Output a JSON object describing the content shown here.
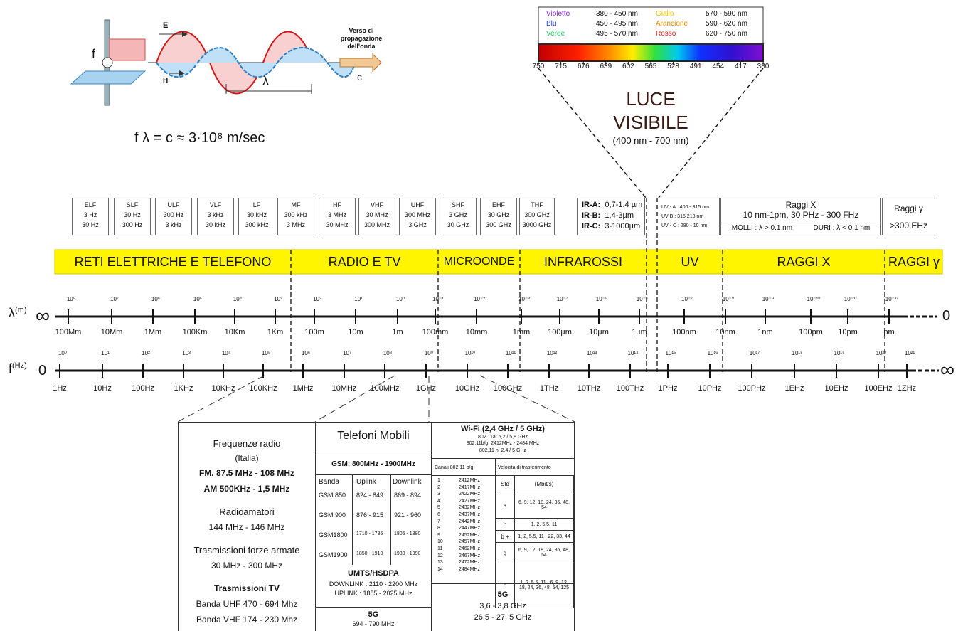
{
  "wave": {
    "f": "f",
    "E": "E",
    "H": "H",
    "lambda": "λ",
    "c": "c",
    "direction": "Verso di propagazione dell'onda"
  },
  "formula": "f λ = c ≈ 3·10⁸ m/sec",
  "color_legend": [
    {
      "name": "Violetto",
      "range": "380 - 450 nm",
      "color": "#8b2be2"
    },
    {
      "name": "Blu",
      "range": "450 - 495 nm",
      "color": "#1f3fd1"
    },
    {
      "name": "Verde",
      "range": "495 - 570 nm",
      "color": "#22c55e"
    },
    {
      "name": "Giallo",
      "range": "570 - 590 nm",
      "color": "#f2c200"
    },
    {
      "name": "Arancione",
      "range": "590 - 620 nm",
      "color": "#f08c00"
    },
    {
      "name": "Rosso",
      "range": "620 - 750 nm",
      "color": "#e11d1d"
    }
  ],
  "visible_ticks": [
    "750",
    "715",
    "676",
    "639",
    "602",
    "565",
    "528",
    "491",
    "454",
    "417",
    "380"
  ],
  "visible_title_1": "LUCE",
  "visible_title_2": "VISIBILE",
  "visible_sub": "(400 nm - 700 nm)",
  "bands": [
    {
      "name": "ELF",
      "a": "3 Hz",
      "b": "30 Hz"
    },
    {
      "name": "SLF",
      "a": "30 Hz",
      "b": "300 Hz"
    },
    {
      "name": "ULF",
      "a": "300 Hz",
      "b": "3 kHz"
    },
    {
      "name": "VLF",
      "a": "3 kHz",
      "b": "30 kHz"
    },
    {
      "name": "LF",
      "a": "30 kHz",
      "b": "300 kHz"
    },
    {
      "name": "MF",
      "a": "300 kHz",
      "b": "3 MHz"
    },
    {
      "name": "HF",
      "a": "3 MHz",
      "b": "30 MHz"
    },
    {
      "name": "VHF",
      "a": "30 MHz",
      "b": "300 MHz"
    },
    {
      "name": "UHF",
      "a": "300 MHz",
      "b": "3 GHz"
    },
    {
      "name": "SHF",
      "a": "3 GHz",
      "b": "30 GHz"
    },
    {
      "name": "EHF",
      "a": "30 GHz",
      "b": "300 GHz"
    },
    {
      "name": "THF",
      "a": "300 GHz",
      "b": "3000 GHz"
    }
  ],
  "ir_box": [
    [
      "IR-A:",
      "0,7-1,4 µm"
    ],
    [
      "IR-B:",
      "1,4-3µm"
    ],
    [
      "IR-C:",
      "3-1000µm"
    ]
  ],
  "uv_box": [
    "UV - A : 400 - 315 nm",
    "UV  B : 315   218 nm",
    "UV - C : 280 - 10 nm"
  ],
  "xray_box": {
    "title": "Raggi X",
    "range": "10 nm-1pm,    30 PHz - 300 FHz",
    "soft": "MOLLI :  λ > 0.1 nm",
    "hard": "DURI :  λ < 0.1 nm"
  },
  "gamma_box": {
    "title": "Raggi γ",
    "value": ">300 EHz"
  },
  "spectrum": [
    "RETI  ELETTRICHE  E  TELEFONO",
    "RADIO  E  TV",
    "MICROONDE",
    "INFRAROSSI",
    "UV",
    "RAGGI X",
    "RAGGI γ"
  ],
  "lambda_axis": {
    "symbol": "λ",
    "unit": "(m)",
    "start": "∞",
    "end": "0",
    "exponents": [
      "10⁸",
      "10⁷",
      "10⁶",
      "10⁵",
      "10⁴",
      "10³",
      "10²",
      "10¹",
      "10⁰",
      "10⁻¹",
      "10⁻²",
      "10⁻³",
      "10⁻⁴",
      "10⁻⁵",
      "10⁻⁶",
      "10⁻⁷",
      "10⁻⁸",
      "10⁻⁹",
      "10⁻¹⁰",
      "10⁻¹¹",
      "10⁻¹²"
    ],
    "labels": [
      "100Mm",
      "10Mm",
      "1Mm",
      "100Km",
      "10Km",
      "1Km",
      "100m",
      "10m",
      "1m",
      "100mm",
      "10mm",
      "1mm",
      "100µm",
      "10µm",
      "1µm",
      "100nm",
      "10nm",
      "1nm",
      "100pm",
      "10pm",
      "pm"
    ]
  },
  "f_axis": {
    "symbol": "f",
    "unit": "(Hz)",
    "start": "0",
    "end": "∞",
    "exponents": [
      "10⁰",
      "10¹",
      "10²",
      "10³",
      "10⁴",
      "10⁵",
      "10⁶",
      "10⁷",
      "10⁸",
      "10⁹",
      "10¹⁰",
      "10¹¹",
      "10¹²",
      "10¹³",
      "10¹⁴",
      "10¹⁵",
      "10¹⁶",
      "10¹⁷",
      "10¹⁸",
      "10¹⁹",
      "10²⁰",
      "10²¹"
    ],
    "labels": [
      "1Hz",
      "10Hz",
      "100Hz",
      "1KHz",
      "10KHz",
      "100KHz",
      "1MHz",
      "10MHz",
      "100MHz",
      "1GHz",
      "10GHz",
      "100GHz",
      "1THz",
      "10THz",
      "100THz",
      "1PHz",
      "10PHz",
      "100PHz",
      "1EHz",
      "10EHz",
      "100EHz",
      "1ZHz"
    ]
  },
  "radio_panel": [
    "Frequenze radio",
    "(Italia)",
    "FM. 87.5 MHz - 108 MHz",
    "AM 500KHz - 1,5 MHz",
    "Radioamatori",
    "144 MHz - 146 MHz",
    "Trasmissioni forze armate",
    "30 MHz - 300 MHz",
    "Trasmissioni TV",
    "Banda UHF 470 - 694 Mhz",
    "Banda VHF 174 - 230 Mhz"
  ],
  "mobile_panel": {
    "title": "Telefoni Mobili",
    "gsm": "GSM: 800MHz - 1900MHz",
    "headers": [
      "Banda",
      "Uplink",
      "Downlink"
    ],
    "rows": [
      [
        "GSM 850",
        "824 - 849",
        "869 - 894"
      ],
      [
        "GSM 900",
        "876 - 915",
        "921 - 960"
      ],
      [
        "GSM1800",
        "1710 - 1785",
        "1805 - 1880"
      ],
      [
        "GSM1900",
        "1850 - 1910",
        "1930 - 1990"
      ]
    ],
    "umts": "UMTS/HSDPA",
    "umts_dl": "DOWNLINK : 2110 - 2200 MHz",
    "umts_ul": "UPLINK : 1885 - 2025 MHz",
    "fiveg": "5G",
    "fiveg_range": "694 - 790 MHz"
  },
  "wifi_panel": {
    "title": "Wi-Fi (2,4 GHz / 5 GHz)",
    "lines": [
      "802.11a:  5,2 / 5,8 GHz",
      "802.11b/g:  2412MHz - 2484 MHz",
      "802.11 n:  2,4 / 5 GHz"
    ],
    "chan_header": "Canali 802.11 b/g",
    "speed_header": "Velocità di trasferimento",
    "channels": [
      "1",
      "2",
      "3",
      "4",
      "5",
      "6",
      "7",
      "8",
      "9",
      "10",
      "11",
      "12",
      "13",
      "14"
    ],
    "freqs": [
      "2412MHz",
      "2417MHz",
      "2422MHz",
      "2427MHz",
      "2432MHz",
      "2437MHz",
      "2442MHz",
      "2447MHz",
      "2452MHz",
      "2457MHz",
      "2462MHz",
      "2467MHz",
      "2472MHz",
      "2484MHz"
    ],
    "std_h": "Std",
    "mbit_h": "(Mbit/s)",
    "stds": [
      [
        "a",
        "6, 9, 12, 18, 24, 36, 48, 54"
      ],
      [
        "b",
        "1, 2, 5.5, 11"
      ],
      [
        "b +",
        "1, 2, 5.5, 11 , 22, 33, 44"
      ],
      [
        "g",
        "6, 9, 12, 18, 24, 36, 48, 54"
      ],
      [
        "n",
        "1, 2, 5.5, 11 , 6, 9, 12, 18, 24, 36, 48, 54, 125"
      ]
    ],
    "fiveg": "5G",
    "fiveg_a": "3,6 - 3,8 GHz",
    "fiveg_b": "26,5 - 27, 5 GHz"
  }
}
